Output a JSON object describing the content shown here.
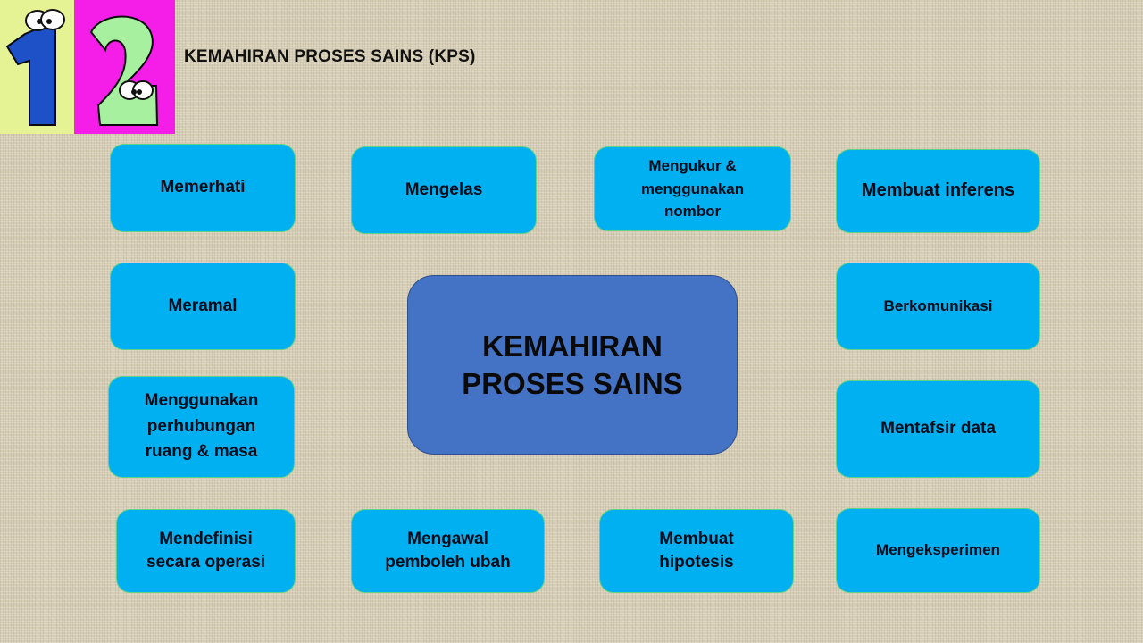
{
  "header": {
    "logo_icon": "cartoon-numbers-1-2-icon",
    "logo_digits": [
      "1",
      "2"
    ],
    "colors": {
      "logo_left_bg": "#e6f394",
      "logo_right_bg": "#f51ee8",
      "digit_one": "#1e50c8",
      "digit_two": "#a6f0a0"
    },
    "title": "KEMAHIRAN PROSES SAINS (KPS)"
  },
  "center": {
    "line1": "KEMAHIRAN",
    "line2": "PROSES SAINS",
    "color": "#4472c4"
  },
  "skills": [
    {
      "id": "memerhati",
      "lines": [
        "Memerhati"
      ]
    },
    {
      "id": "mengelas",
      "lines": [
        "Mengelas"
      ]
    },
    {
      "id": "mengukur",
      "lines": [
        "Mengukur &",
        "menggunakan",
        "nombor"
      ]
    },
    {
      "id": "membuat-inferens",
      "lines": [
        "Membuat inferens"
      ]
    },
    {
      "id": "meramal",
      "lines": [
        "Meramal"
      ]
    },
    {
      "id": "berkomunikasi",
      "lines": [
        "Berkomunikasi"
      ]
    },
    {
      "id": "ruang-masa",
      "lines": [
        "Menggunakan",
        "perhubungan",
        "ruang & masa"
      ]
    },
    {
      "id": "mentafsir-data",
      "lines": [
        "Mentafsir data"
      ]
    },
    {
      "id": "mendefinisi",
      "lines": [
        "Mendefinisi",
        "secara operasi"
      ]
    },
    {
      "id": "mengawal",
      "lines": [
        "Mengawal",
        "pemboleh ubah"
      ]
    },
    {
      "id": "hipotesis",
      "lines": [
        "Membuat",
        "hipotesis"
      ]
    },
    {
      "id": "mengeksperimen",
      "lines": [
        "Mengeksperimen"
      ]
    }
  ],
  "box_color": "#00b0f0"
}
